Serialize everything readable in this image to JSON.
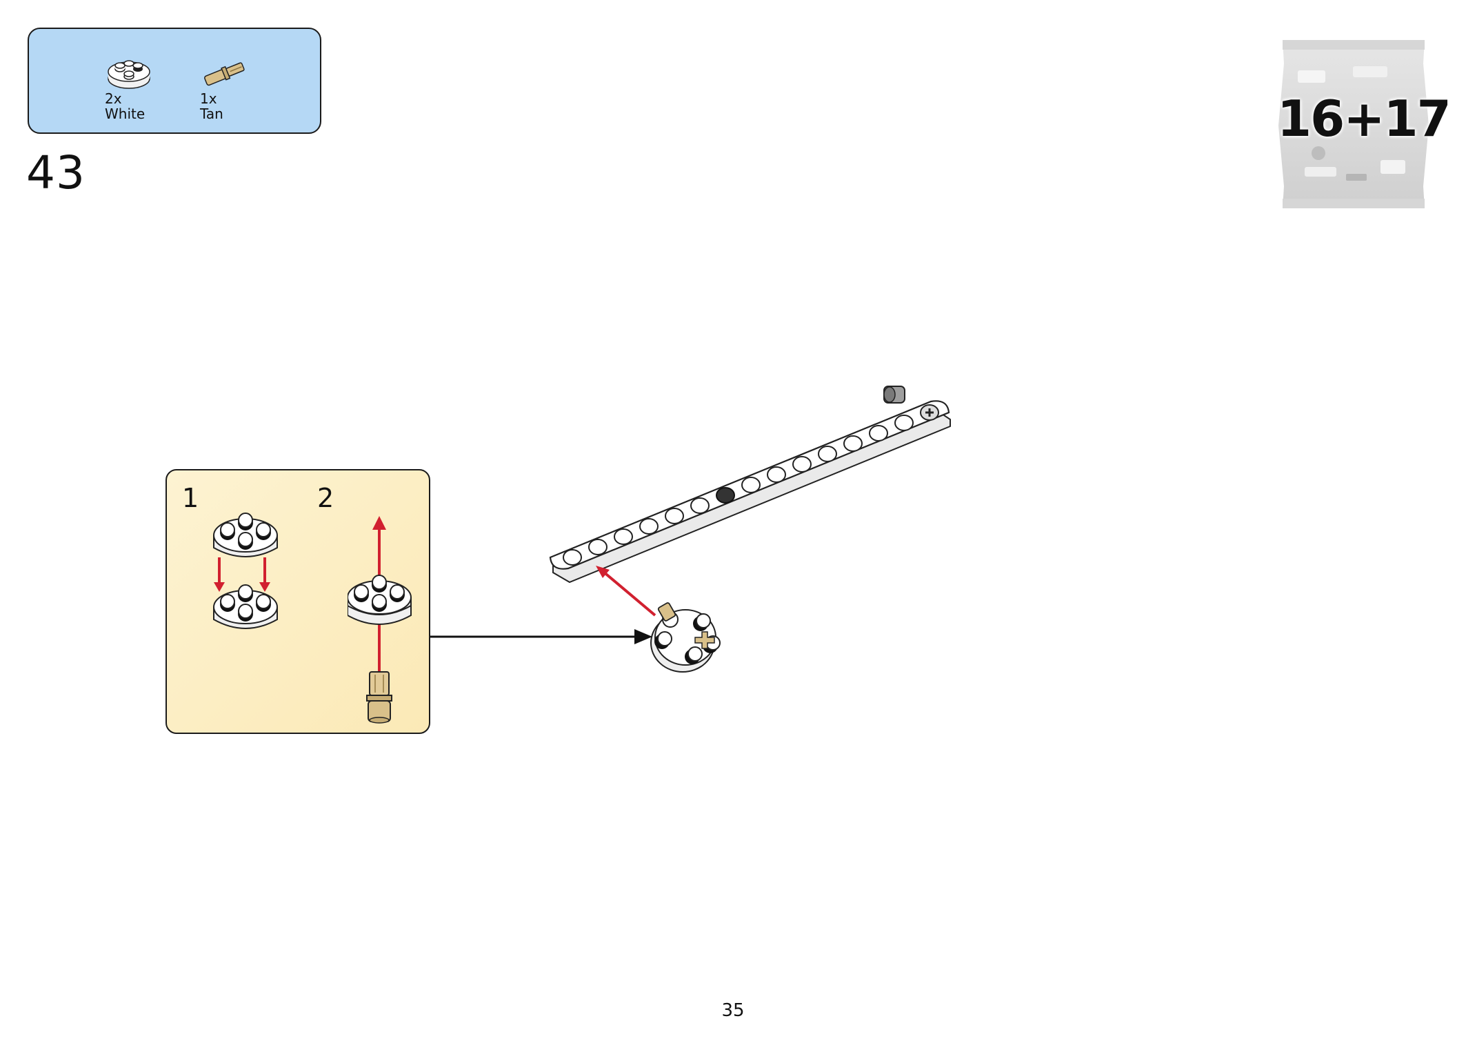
{
  "parts": [
    {
      "qty": "2x",
      "color": "White",
      "icon": "round-plate-2x2-icon"
    },
    {
      "qty": "1x",
      "color": "Tan",
      "icon": "axle-pin-icon"
    }
  ],
  "step": {
    "number": "43"
  },
  "bag": {
    "label": "16+17"
  },
  "sub_steps": [
    {
      "number": "1"
    },
    {
      "number": "2"
    }
  ],
  "page": {
    "number": "35"
  },
  "colors": {
    "parts_box": "#b5d8f5",
    "sub_box": "#fbe9b6",
    "arrow_red": "#d1202f",
    "tan": "#d9c08a"
  }
}
